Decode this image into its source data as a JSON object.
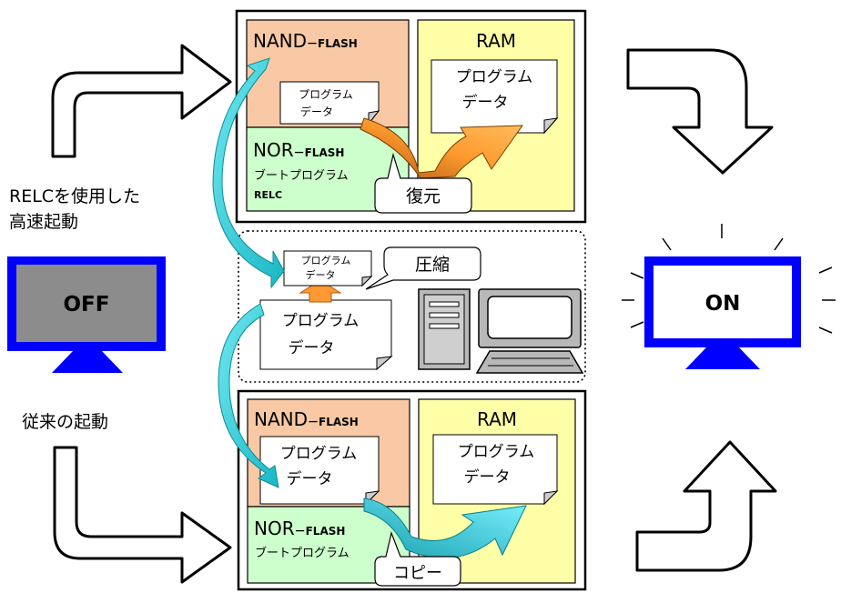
{
  "labels": {
    "relc_caption_line1": "RELCを使用した",
    "relc_caption_line2": "高速起動",
    "conventional_caption": "従来の起動",
    "off_label": "OFF",
    "on_label": "ON"
  },
  "top_box": {
    "nand_main": "NAND",
    "nand_sub": "－FLASH",
    "ram_label": "RAM",
    "nand_doc_line1": "プログラム",
    "nand_doc_line2": "データ",
    "ram_doc_line1": "プログラム",
    "ram_doc_line2": "データ",
    "nor_main": "NOR",
    "nor_sub": "－FLASH",
    "nor_line1": "ブートプログラム",
    "nor_line2": "RELC",
    "callout": "復元"
  },
  "middle_box": {
    "small_doc_line1": "プログラム",
    "small_doc_line2": "データ",
    "callout": "圧縮",
    "big_doc_line1": "プログラム",
    "big_doc_line2": "データ"
  },
  "bottom_box": {
    "nand_main": "NAND",
    "nand_sub": "－FLASH",
    "ram_label": "RAM",
    "nand_doc_line1": "プログラム",
    "nand_doc_line2": "データ",
    "ram_doc_line1": "プログラム",
    "ram_doc_line2": "データ",
    "nor_main": "NOR",
    "nor_sub": "－FLASH",
    "nor_line1": "ブートプログラム",
    "callout": "コピー"
  },
  "colors": {
    "nand_fill": "#F8C9A4",
    "ram_fill": "#FFFFA8",
    "nor_fill": "#CCFFCC",
    "monitor_blue": "#0000FF",
    "off_screen": "#8C8C8C",
    "cyan_arrow": "#33CCCC",
    "restore_arrow": "#FF9933"
  }
}
